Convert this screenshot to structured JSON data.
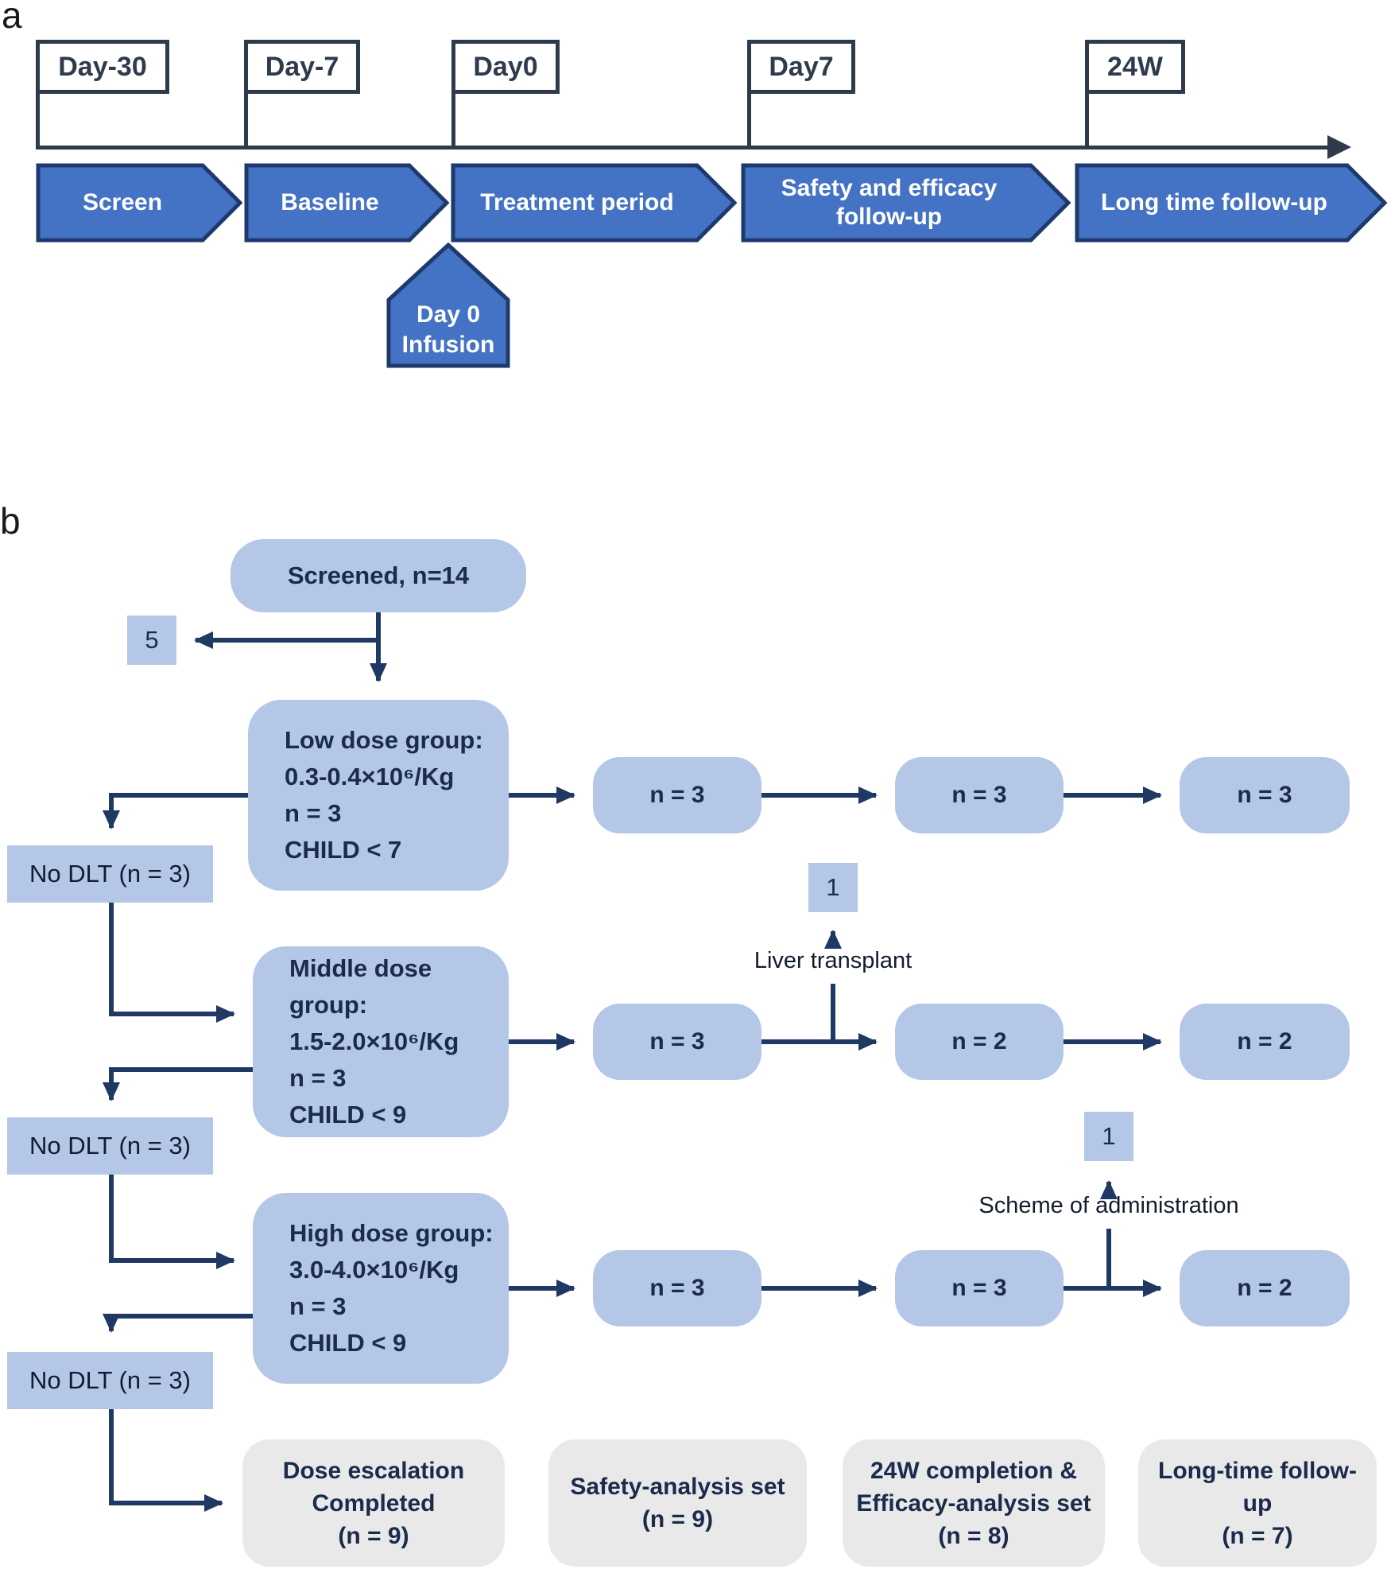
{
  "panel_a": {
    "label": "a",
    "flags": [
      {
        "label": "Day-30"
      },
      {
        "label": "Day-7"
      },
      {
        "label": "Day0"
      },
      {
        "label": "Day7"
      },
      {
        "label": "24W"
      }
    ],
    "phases": [
      {
        "label": "Screen"
      },
      {
        "label": "Baseline"
      },
      {
        "label": "Treatment period"
      },
      {
        "label": "Safety and efficacy follow-up"
      },
      {
        "label": "Long time follow-up"
      }
    ],
    "infusion_callout": {
      "line1": "Day 0",
      "line2": "Infusion"
    }
  },
  "panel_b": {
    "label": "b",
    "screened": "Screened, n=14",
    "excluded_count": "5",
    "groups": [
      {
        "lines": [
          "Low dose group:",
          "0.3-0.4×10⁶/Kg",
          "n = 3",
          "CHILD < 7"
        ],
        "followups": [
          "n = 3",
          "n = 3",
          "n = 3"
        ],
        "no_dlt": "No DLT (n = 3)"
      },
      {
        "lines": [
          "Middle dose group:",
          "1.5-2.0×10⁶/Kg",
          "n = 3",
          "CHILD < 9"
        ],
        "followups": [
          "n = 3",
          "n = 2",
          "n = 2"
        ],
        "no_dlt": "No DLT (n = 3)",
        "dropout": {
          "count": "1",
          "label": "Liver transplant"
        }
      },
      {
        "lines": [
          "High dose group:",
          "3.0-4.0×10⁶/Kg",
          "n = 3",
          "CHILD < 9"
        ],
        "followups": [
          "n = 3",
          "n = 3",
          "n = 2"
        ],
        "no_dlt": "No DLT (n = 3)",
        "dropout": {
          "count": "1",
          "label": "Scheme of administration"
        }
      }
    ],
    "outcomes": [
      {
        "lines": [
          "Dose escalation",
          "Completed",
          "(n = 9)"
        ]
      },
      {
        "lines": [
          "Safety-analysis set",
          "(n = 9)"
        ]
      },
      {
        "lines": [
          "24W completion &",
          "Efficacy-analysis set",
          "(n = 8)"
        ]
      },
      {
        "lines": [
          "Long-time follow-up",
          "(n = 7)"
        ]
      }
    ],
    "colors": {
      "phase_fill": "#4472C4",
      "phase_border": "#1E3A6D",
      "light_blue": "#B4C7E7",
      "arrow": "#1F3864",
      "gray_box": "#E9E9EA",
      "timeline_ink": "#2E3B4C"
    }
  }
}
